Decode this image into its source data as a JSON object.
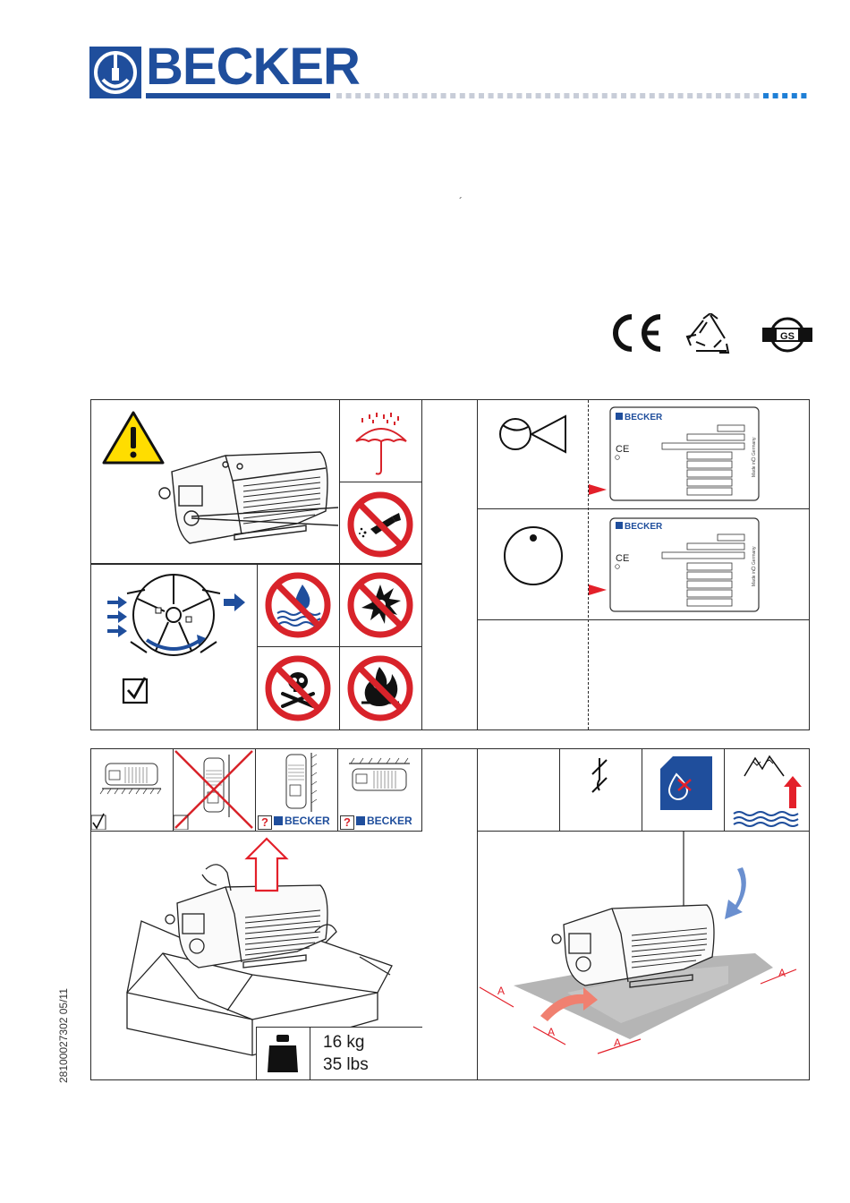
{
  "header": {
    "brand": "BECKER",
    "accent_color": "#1f4e9c"
  },
  "certifications": {
    "ce_mark": "CE",
    "recycle_icon": "recycle-icon",
    "gs_mark": "GS"
  },
  "nameplates": {
    "brand": "BECKER",
    "ce": "CE",
    "made_in": "Made in",
    "germany": "Germany"
  },
  "installation": {
    "supplier_brand": "BECKER",
    "question_mark": "?"
  },
  "weight": {
    "kg": "16 kg",
    "lbs": "35 lbs"
  },
  "clearance": {
    "label": "A"
  },
  "footer": {
    "document_code": "28100027302    05/11"
  },
  "colors": {
    "prohibition_red": "#d8232a",
    "warning_yellow": "#ffdd00",
    "brand_blue": "#1f4e9c",
    "marker_red": "#e3202a"
  }
}
